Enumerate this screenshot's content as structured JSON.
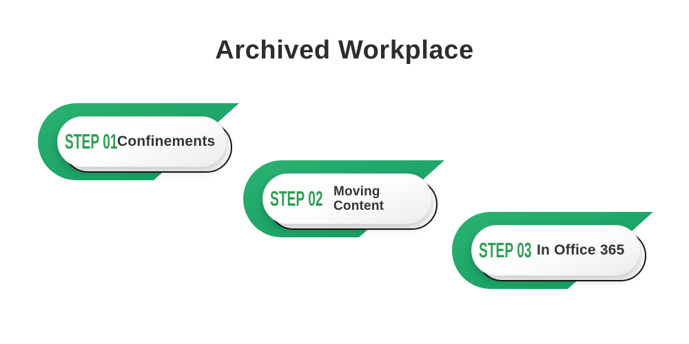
{
  "title": "Archived Workplace",
  "colors": {
    "ribbon_light": "#2ab271",
    "ribbon_dark": "#129c5f",
    "step_number_green": "#2e9e53",
    "step_title_text": "#333333",
    "heading_text": "#2d2d2d",
    "outline_black": "#151515"
  },
  "steps": [
    {
      "step_label": "STEP 01",
      "title": "Confinements"
    },
    {
      "step_label": "STEP 02",
      "title": "Moving Content"
    },
    {
      "step_label": "STEP 03",
      "title": "In Office 365"
    }
  ]
}
